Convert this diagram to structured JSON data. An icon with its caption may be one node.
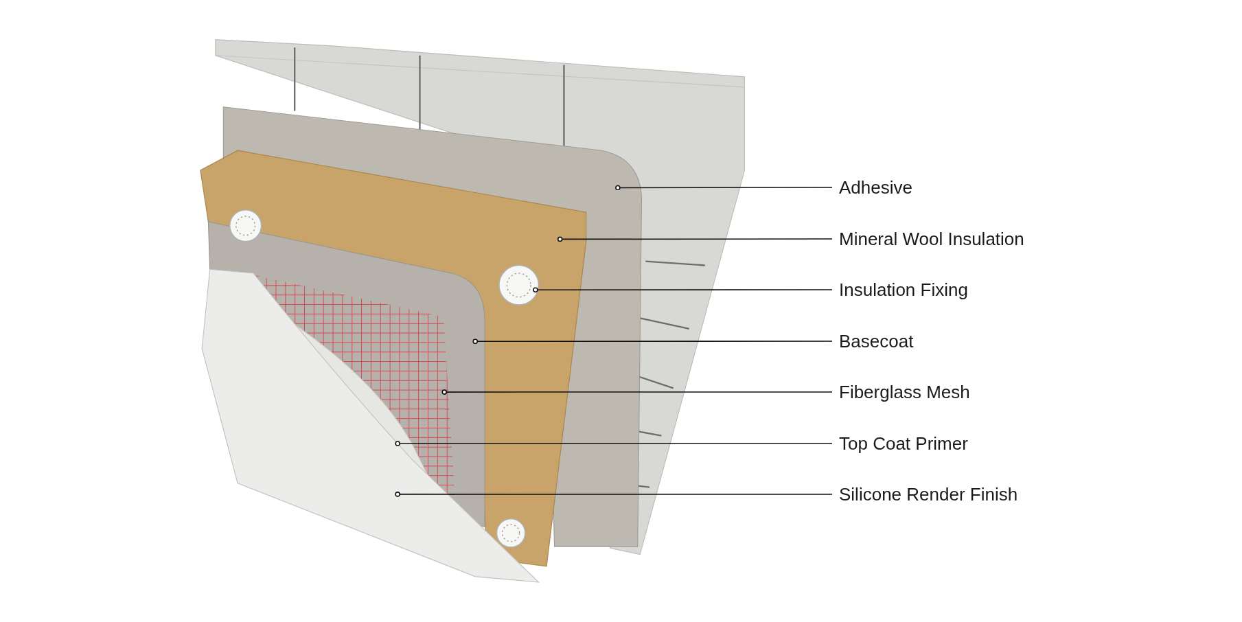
{
  "diagram": {
    "nodes": [
      {
        "text": [
          "Adhesive"
        ]
      },
      {
        "text": [
          "Mineral Wool Insulation"
        ]
      },
      {
        "text": [
          "Insulation Fixing"
        ]
      },
      {
        "text": [
          "Basecoat"
        ]
      },
      {
        "text": [
          "Fiberglass Mesh"
        ]
      },
      {
        "text": [
          "Top Coat Primer"
        ]
      },
      {
        "text": [
          "Silicone Render Finish"
        ]
      }
    ],
    "edges": [
      {
        "from": 0,
        "to": null,
        "arrow": "other"
      },
      {
        "from": 1,
        "to": null,
        "arrow": "other"
      },
      {
        "from": 2,
        "to": null,
        "arrow": "other"
      },
      {
        "from": 3,
        "to": null,
        "arrow": "other"
      },
      {
        "from": 4,
        "to": null,
        "arrow": "other"
      },
      {
        "from": 5,
        "to": null,
        "arrow": "other"
      },
      {
        "from": 6,
        "to": null,
        "arrow": "other"
      }
    ]
  }
}
